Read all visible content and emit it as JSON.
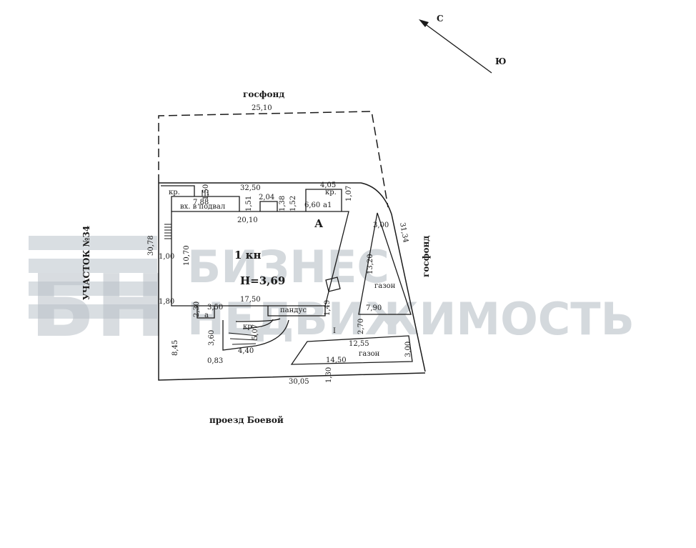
{
  "compass": {
    "north": "С",
    "south": "Ю"
  },
  "neighbors": {
    "top": "госфонд",
    "right": "госфонд",
    "left": "УЧАСТОК №34",
    "bottom": "проезд Боевой"
  },
  "building": {
    "label": "1 кн",
    "height": "Н=3,69",
    "letter": "А",
    "annex": "а1",
    "porch": "а",
    "basement": "вх. в подвал",
    "ramp": "пандус",
    "porch_top": "кр."
  },
  "areas": {
    "lawn_1": "газон",
    "lawn_2": "газон",
    "marker": "I"
  },
  "dimensions": {
    "d1": "25,10",
    "d2": "32,50",
    "d3": "4,05",
    "d4": "30,78",
    "d5": "1,00",
    "d6": "10,70",
    "d7": "1,80",
    "d8": "20,10",
    "d9": "2,04",
    "d10": "1,38",
    "d11": "1,51",
    "d12": "1,52",
    "d13": "6,60",
    "d14": "1,07",
    "d15": "7,88",
    "d16": "1,50",
    "d17": "17,50",
    "d18": "3,50",
    "d19": "2,30",
    "d20": "3,60",
    "d21": "4,40",
    "d22": "5,07",
    "d23": "0,83",
    "d24": "8,45",
    "d25": "1,49",
    "d26": "2,70",
    "d27": "12,55",
    "d28": "14,50",
    "d29": "3,00",
    "d30": "1,30",
    "d31": "30,05",
    "d32": "3,00",
    "d33": "13,20",
    "d34": "7,90",
    "d35": "31,34"
  },
  "watermark": {
    "line1": "БИЗНЕС",
    "line2": "НЕДВИЖИМОСТЬ",
    "logo": "БН"
  }
}
